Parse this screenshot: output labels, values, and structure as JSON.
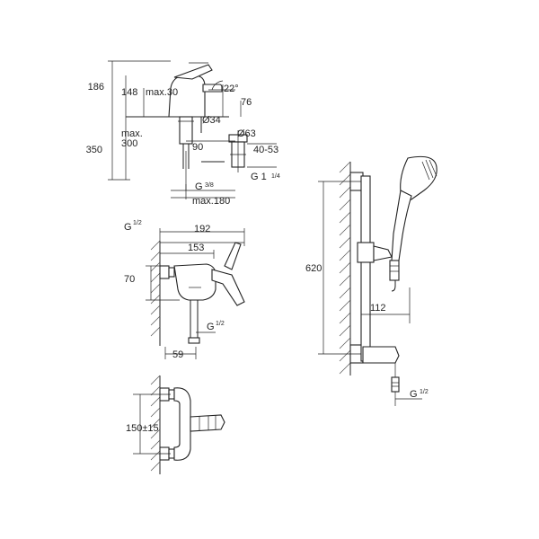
{
  "basin_mixer": {
    "dims": {
      "overall_height": "186",
      "spout_height": "148",
      "spout_max": "max.30",
      "handle_angle": "22°",
      "spout_reach": "76",
      "hole_diameter": "Ø34",
      "waste_diameter": "Ø63",
      "max_label": "max.",
      "max_value": "300",
      "total_height": "350",
      "waste_offset": "90",
      "waste_range": "40-53",
      "waste_thread": "G 1",
      "waste_thread_frac": "1/4",
      "inlet_thread": "G",
      "inlet_thread_frac": "3/8",
      "max_depth": "max.180"
    }
  },
  "shower_mixer": {
    "dims": {
      "thread_top": "G",
      "thread_top_frac": "1/2",
      "width_total": "192",
      "width_inner": "153",
      "height_offset": "70",
      "thread_bottom": "G",
      "thread_bottom_frac": "1/2",
      "depth": "59"
    }
  },
  "wall_connection": {
    "dims": {
      "spacing": "150±15"
    }
  },
  "shower_rail": {
    "dims": {
      "rail_length": "620",
      "wall_offset": "112",
      "hose_thread": "G",
      "hose_thread_frac": "1/2"
    }
  }
}
